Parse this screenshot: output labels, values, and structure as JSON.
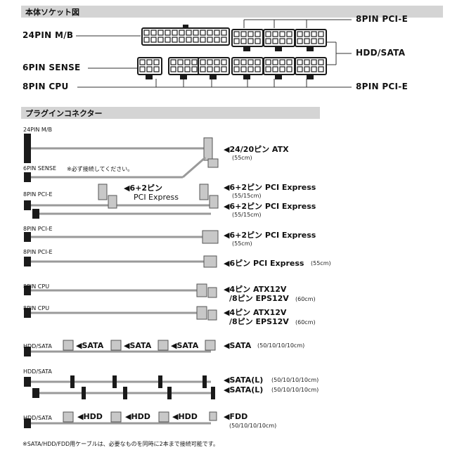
{
  "sections": {
    "socket_title": "本体ソケット図",
    "plugin_title": "プラグインコネクター"
  },
  "socket_labels": {
    "mb24": "24PIN M/B",
    "sense6": "6PIN SENSE",
    "cpu8": "8PIN CPU",
    "pcie_top": "8PIN PCI-E",
    "hdd_sata": "HDD/SATA",
    "pcie_bottom": "8PIN PCI-E"
  },
  "cables": [
    {
      "left": "24PIN M/B",
      "desc": "◀24/20ピン ATX",
      "sub": "(55cm)"
    },
    {
      "left": "6PIN SENSE",
      "note": "※必ず接続してください。"
    },
    {
      "left": "8PIN PCI-E",
      "mid": "◀6+2ピン",
      "mid2": "PCI Express",
      "desc": "◀6+2ピン PCI Express",
      "sub": "(55/15cm)",
      "desc2": "◀6+2ピン PCI Express",
      "sub2": "(55/15cm)"
    },
    {
      "left": "8PIN PCI-E",
      "desc": "◀6+2ピン PCI Express",
      "sub": "(55cm)"
    },
    {
      "left": "8PIN PCI-E",
      "desc": "◀6ピン PCI Express",
      "sub": "(55cm)"
    },
    {
      "left": "8PIN CPU",
      "desc": "◀4ピン ATX12V",
      "desc2": "/8ピン EPS12V",
      "sub": "(60cm)"
    },
    {
      "left": "8PIN CPU",
      "desc": "◀4ピン ATX12V",
      "desc2": "/8ピン EPS12V",
      "sub": "(60cm)"
    },
    {
      "left": "HDD/SATA",
      "tags": [
        "◀SATA",
        "◀SATA",
        "◀SATA"
      ],
      "desc": "◀SATA",
      "sub": "(50/10/10/10cm)"
    },
    {
      "left": "HDD/SATA",
      "desc": "◀SATA(L)",
      "sub": "(50/10/10/10cm)",
      "desc2": "◀SATA(L)",
      "sub2": "(50/10/10/10cm)"
    },
    {
      "left": "HDD/SATA",
      "tags": [
        "◀HDD",
        "◀HDD",
        "◀HDD"
      ],
      "desc": "◀FDD",
      "sub": "(50/10/10/10cm)"
    }
  ],
  "footnote": "※SATA/HDD/FDD用ケーブルは、必要なものを同時に2本まで接続可能です。",
  "colors": {
    "header": "#d4d4d4",
    "cable": "#9a9a9a",
    "connector": "#1a1a1a"
  }
}
